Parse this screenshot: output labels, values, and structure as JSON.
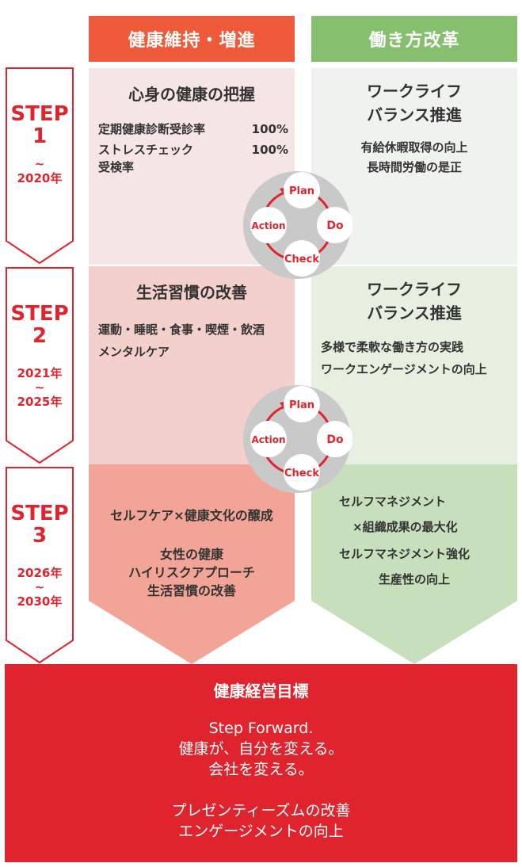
{
  "colors": {
    "red": "#e0242e",
    "header_left": "#ef5b3a",
    "header_right": "#86c06e",
    "pink_1": "#f6e5e5",
    "pink_2": "#f3d0cb",
    "pink_3": "#f2a596",
    "green_1": "#f0f2ef",
    "green_2": "#e6efe0",
    "green_3": "#c7e0bb",
    "pdca_gray": "#c9c9c9"
  },
  "headers": {
    "left": "健康維持・増進",
    "right": "働き方改革"
  },
  "steps": [
    {
      "label": "STEP",
      "number": "1",
      "period_tilde": "~",
      "period_start": "",
      "period_end": "2020年"
    },
    {
      "label": "STEP",
      "number": "2",
      "period_tilde": "~",
      "period_start": "2021年",
      "period_end": "2025年"
    },
    {
      "label": "STEP",
      "number": "3",
      "period_tilde": "~",
      "period_start": "2026年",
      "period_end": "2030年"
    }
  ],
  "health": {
    "step1": {
      "title": "心身の健康の把握",
      "rows": [
        {
          "label": "定期健康診断受診率",
          "value": "100%"
        },
        {
          "label": "ストレスチェック",
          "value": "100%"
        },
        {
          "label": "受検率",
          "value": ""
        }
      ]
    },
    "step2": {
      "title": "生活習慣の改善",
      "lines": [
        "運動・睡眠・食事・喫煙・飲酒",
        "メンタルケア"
      ]
    },
    "step3": {
      "title": "セルフケア×健康文化の醸成",
      "lines": [
        "女性の健康",
        "ハイリスクアプローチ",
        "生活習慣の改善"
      ]
    }
  },
  "work": {
    "step1": {
      "title_line1": "ワークライフ",
      "title_line2": "バランス推進",
      "lines": [
        "有給休暇取得の向上",
        "長時間労働の是正"
      ]
    },
    "step2": {
      "title_line1": "ワークライフ",
      "title_line2": "バランス推進",
      "lines": [
        "多様で柔軟な働き方の実践",
        "ワークエンゲージメントの向上"
      ]
    },
    "step3": {
      "lines": [
        "セルフマネジメント",
        "×組織成果の最大化",
        "セルフマネジメント強化",
        "生産性の向上"
      ]
    }
  },
  "pdca": {
    "plan": "Plan",
    "do": "Do",
    "check": "Check",
    "action": "Action"
  },
  "goal": {
    "title": "健康経営目標",
    "lines": [
      "Step Forward.",
      "健康が、自分を変える。",
      "会社を変える。",
      "",
      "プレゼンティーズムの改善",
      "エンゲージメントの向上"
    ]
  }
}
